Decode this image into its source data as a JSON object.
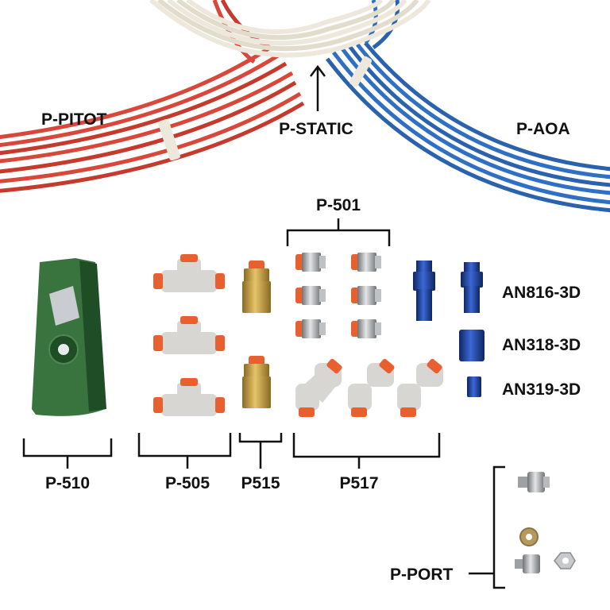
{
  "colors": {
    "tube_red": "#d9473a",
    "tube_blue": "#2f6fc4",
    "tube_white": "#eee8dc",
    "fitting_gray": "#d8d6d2",
    "collet_orange": "#e8602f",
    "brass": "#c49a3d",
    "an_blue": "#1e44a8",
    "cutter_green": "#2e6b34",
    "steel": "#a9acaf"
  },
  "labels": {
    "p_pitot": "P-PITOT",
    "p_static": "P-STATIC",
    "p_aoa": "P-AOA",
    "p_501": "P-501",
    "an816": "AN816-3D",
    "an318": "AN318-3D",
    "an319": "AN319-3D",
    "p_510": "P-510",
    "p_505": "P-505",
    "p515": "P515",
    "p517": "P517",
    "p_port": "P-PORT"
  }
}
